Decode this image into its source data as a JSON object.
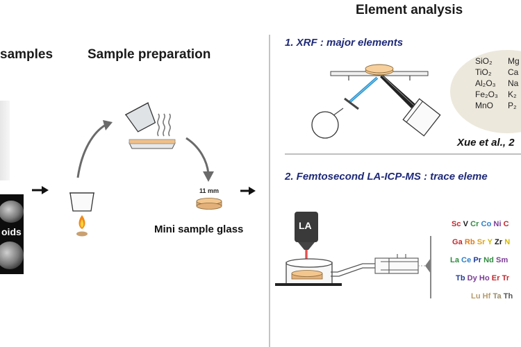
{
  "headers": {
    "samples": "samples",
    "sample_preparation": "Sample preparation",
    "element_analysis": "Element analysis"
  },
  "photo_label": "oids",
  "prep": {
    "size_label": "11 mm",
    "glass_label": "Mini sample glass"
  },
  "xrf": {
    "title": "1. XRF : major elements",
    "oxides_left": [
      "SiO₂",
      "TiO₂",
      "Al₂O₃",
      "Fe₂O₃",
      "MnO"
    ],
    "oxides_right": [
      "Mg",
      "Ca",
      "Na",
      "K₂",
      "P₂"
    ],
    "citation": "Xue et al., 2"
  },
  "laicpms": {
    "title": "2. Femtosecond LA-ICP-MS : trace eleme",
    "la_label": "LA",
    "rows": [
      [
        {
          "t": "Sc",
          "c": "#c0272d"
        },
        {
          "t": "V",
          "c": "#1a1a1a"
        },
        {
          "t": "Cr",
          "c": "#2e8b3e"
        },
        {
          "t": "Co",
          "c": "#2a7fc9"
        },
        {
          "t": "Ni",
          "c": "#7a3a96"
        },
        {
          "t": "C",
          "c": "#c0272d"
        }
      ],
      [
        {
          "t": "Ga",
          "c": "#c0272d"
        },
        {
          "t": "Rb",
          "c": "#e07b1a"
        },
        {
          "t": "Sr",
          "c": "#e0a21a"
        },
        {
          "t": "Y",
          "c": "#d4b800"
        },
        {
          "t": "Zr",
          "c": "#1a1a1a"
        },
        {
          "t": "N",
          "c": "#d4b800"
        }
      ],
      [
        {
          "t": "La",
          "c": "#2e8b3e"
        },
        {
          "t": "Ce",
          "c": "#2a7fc9"
        },
        {
          "t": "Pr",
          "c": "#1f3a96"
        },
        {
          "t": "Nd",
          "c": "#2e8b3e"
        },
        {
          "t": "Sm",
          "c": "#7a3a96"
        }
      ],
      [
        {
          "t": "Tb",
          "c": "#1f3a96"
        },
        {
          "t": "Dy",
          "c": "#7a3a96"
        },
        {
          "t": "Ho",
          "c": "#7a3a96"
        },
        {
          "t": "Er",
          "c": "#c0272d"
        },
        {
          "t": "Tr",
          "c": "#c0272d"
        }
      ],
      [
        {
          "t": "Lu",
          "c": "#b79a6b"
        },
        {
          "t": "Hf",
          "c": "#b79a6b"
        },
        {
          "t": "Ta",
          "c": "#9a8a6a"
        },
        {
          "t": "Th",
          "c": "#555555"
        }
      ]
    ]
  },
  "colors": {
    "accent_blue": "#1f2a78",
    "sample_disc": "#f0c08a",
    "laser_red": "#d11a1a",
    "xray_blue": "#2a8fc9",
    "oxide_bubble": "#ede8dc"
  }
}
